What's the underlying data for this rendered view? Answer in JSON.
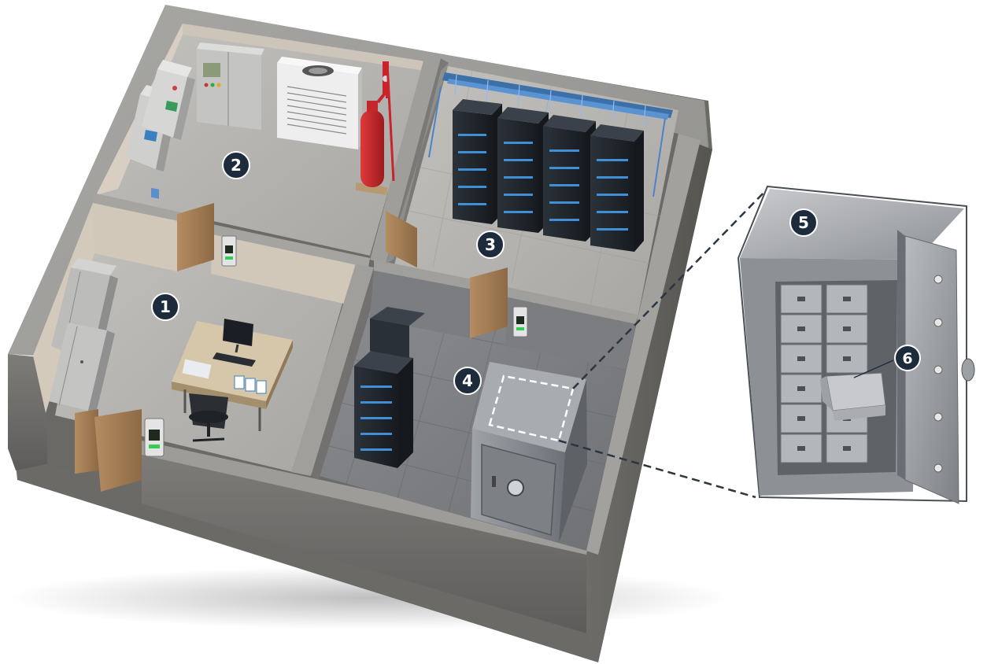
{
  "markers": [
    {
      "id": "1",
      "label": "1"
    },
    {
      "id": "2",
      "label": "2"
    },
    {
      "id": "3",
      "label": "3"
    },
    {
      "id": "4",
      "label": "4"
    },
    {
      "id": "5",
      "label": "5"
    },
    {
      "id": "6",
      "label": "6"
    }
  ],
  "colors": {
    "marker_fill": "#1d2b3d",
    "marker_text": "#ffffff",
    "wall_top": "#9b9a97",
    "wall_side": "#6e6d6a",
    "floor": "#b9b7b3",
    "wood_door": "#a7825c",
    "rack": "#22272e",
    "rack_led": "#3f8fd6",
    "extinguisher": "#c8242a",
    "vault": "#8f9296",
    "cable_tray": "#4a84c7"
  },
  "icons": {
    "door": "door-icon",
    "card_reader": "card-reader-icon",
    "server_rack": "server-rack-icon",
    "fire_extinguisher": "fire-extinguisher-icon",
    "hvac": "hvac-unit-icon",
    "electrical_cabinet": "electrical-cabinet-icon",
    "safe": "vault-safe-icon",
    "deposit_box": "deposit-box-icon",
    "desk": "desk-icon",
    "monitor": "monitor-icon",
    "chair": "chair-icon",
    "cabinet": "storage-cabinet-icon"
  }
}
